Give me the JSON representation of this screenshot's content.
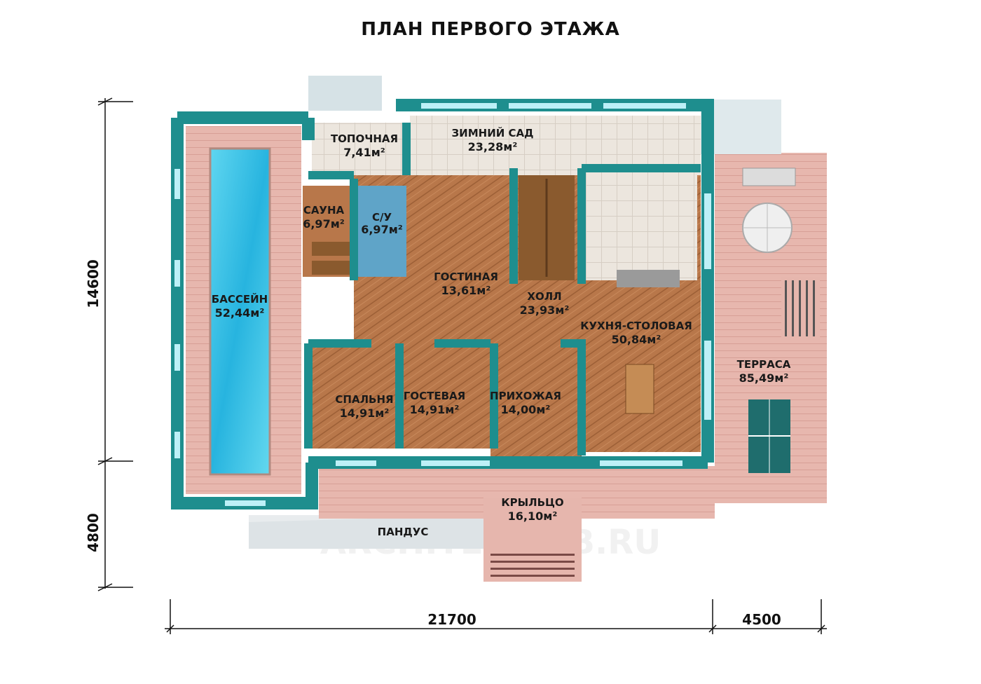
{
  "title": "ПЛАН ПЕРВОГО ЭТАЖА",
  "rooms": [
    {
      "id": "pool",
      "name": "БАССЕЙН",
      "area": "52,44м²"
    },
    {
      "id": "furnace",
      "name": "ТОПОЧНАЯ",
      "area": "7,41м²"
    },
    {
      "id": "winter_garden",
      "name": "ЗИМНИЙ САД",
      "area": "23,28м²"
    },
    {
      "id": "sauna",
      "name": "САУНА",
      "area": "6,97м²"
    },
    {
      "id": "wc",
      "name": "С/У",
      "area": "6,97м²"
    },
    {
      "id": "living",
      "name": "ГОСТИНАЯ",
      "area": "13,61м²"
    },
    {
      "id": "hall",
      "name": "ХОЛЛ",
      "area": "23,93м²"
    },
    {
      "id": "kitchen",
      "name": "КУХНЯ-СТОЛОВАЯ",
      "area": "50,84м²"
    },
    {
      "id": "terrace",
      "name": "ТЕРРАСА",
      "area": "85,49м²"
    },
    {
      "id": "bedroom",
      "name": "СПАЛЬНЯ",
      "area": "14,91м²"
    },
    {
      "id": "guest",
      "name": "ГОСТЕВАЯ",
      "area": "14,91м²"
    },
    {
      "id": "entry",
      "name": "ПРИХОЖАЯ",
      "area": "14,00м²"
    },
    {
      "id": "porch",
      "name": "КРЫЛЬЦО",
      "area": "16,10м²"
    }
  ],
  "ramp_label": "ПАНДУС",
  "dimensions": {
    "total_width": "21700",
    "terrace_width": "4500",
    "house_depth": "14600",
    "porch_depth": "4800"
  },
  "watermark": "ARCHITEK-SPB.RU",
  "colors": {
    "wall": "#1e8e8e",
    "wall_dark": "#136a6a",
    "floor_wood": "#b8774a",
    "deck": "#e8b8b0",
    "tile": "#e9e3dc",
    "water": "#3cc4e6"
  }
}
